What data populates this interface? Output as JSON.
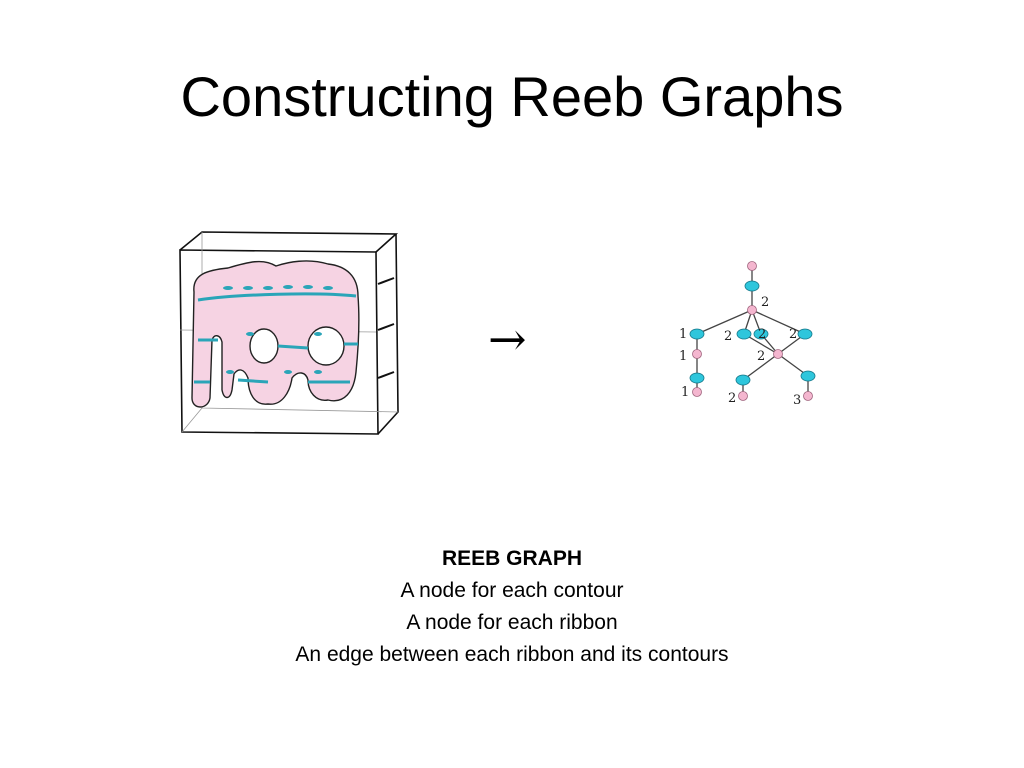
{
  "slide": {
    "title": "Constructing Reeb Graphs",
    "arrow": "→",
    "caption": {
      "heading": "REEB GRAPH",
      "lines": [
        "A node for each contour",
        "A node for each ribbon",
        "An edge between each ribbon and its contours"
      ]
    }
  },
  "graph": {
    "labels": [
      "2",
      "1",
      "2",
      "2",
      "2",
      "1",
      "2",
      "1",
      "2",
      "3"
    ]
  },
  "colors": {
    "shape_fill": "#f6d3e3",
    "contour": "#2aa5b8",
    "ribbon_node": "#2ec6dc",
    "contour_node": "#f4b6cf"
  }
}
